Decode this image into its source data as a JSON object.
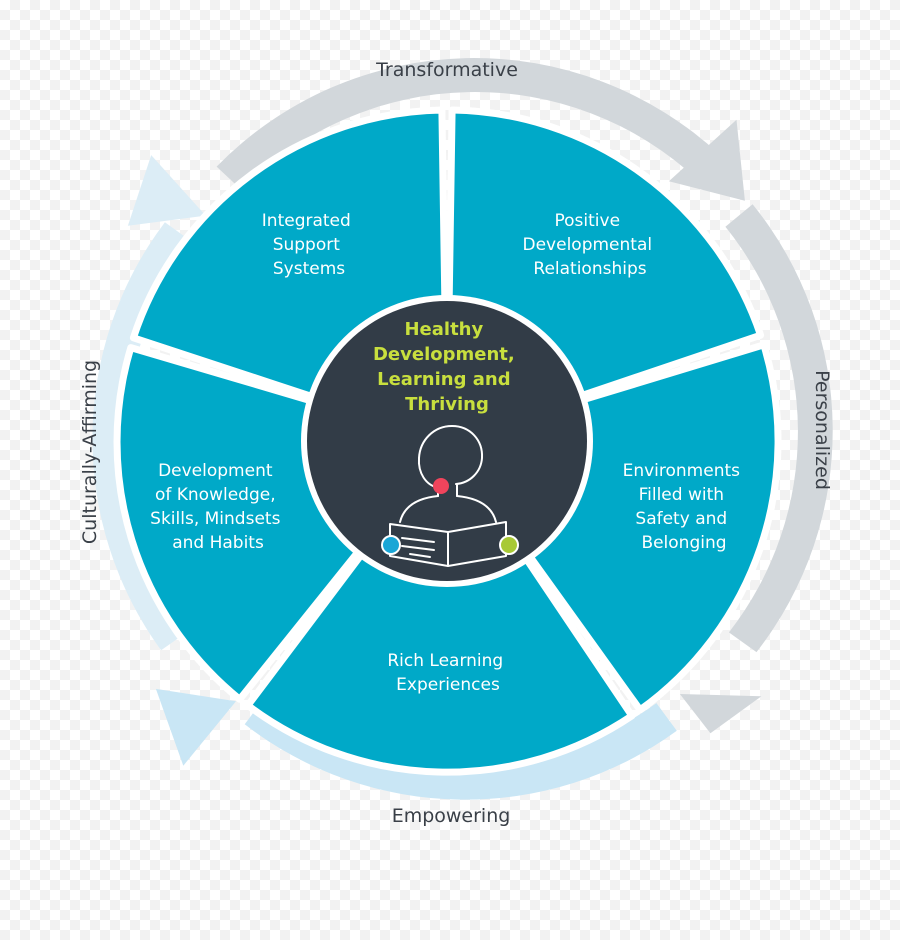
{
  "center": {
    "lines": [
      "Healthy",
      "Development,",
      "Learning and",
      "Thriving"
    ]
  },
  "segments": [
    {
      "lines": [
        "Integrated",
        "Support",
        "Systems"
      ]
    },
    {
      "lines": [
        "Positive",
        "Developmental",
        "Relationships"
      ]
    },
    {
      "lines": [
        "Environments",
        "Filled with",
        "Safety and",
        "Belonging"
      ]
    },
    {
      "lines": [
        "Rich Learning",
        "Experiences"
      ]
    },
    {
      "lines": [
        "Development",
        "of Knowledge,",
        "Skills, Mindsets",
        "and Habits"
      ]
    }
  ],
  "ring": {
    "top": "Transformative",
    "right": "Personalized",
    "bottom": "Empowering",
    "left": "Culturally-Affirming"
  },
  "colors": {
    "segment": "#00a9c8",
    "center": "#323c47",
    "accent_text": "#c8df3e",
    "arrow_gray": "#d2d7db",
    "arrow_blue": "#c9e6f5",
    "dot_red": "#f0445c",
    "dot_blue": "#1aa6d6",
    "dot_green": "#a8c936"
  },
  "icons": [
    "reader-with-book-icon"
  ]
}
